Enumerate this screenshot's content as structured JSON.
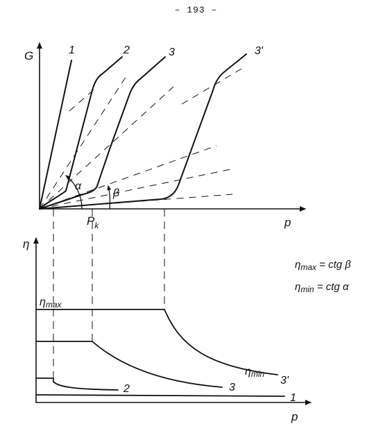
{
  "page": {
    "number": "– 193 –"
  },
  "top_plot": {
    "y_axis_label": "G",
    "x_axis_label": "p",
    "pk_label": "P",
    "pk_sub": "k",
    "alpha_label": "α",
    "beta_label": "β",
    "curve_labels": [
      "1",
      "2",
      "3",
      "3'"
    ]
  },
  "bottom_plot": {
    "y_axis_label": "η",
    "x_axis_label": "p",
    "eta_max_label": "η",
    "eta_max_sub": "max",
    "eta_min_label": "η",
    "eta_min_sub": "min",
    "curve_labels": [
      "1",
      "2",
      "3",
      "3'"
    ]
  },
  "formulas": {
    "f1_lhs": "η",
    "f1_sub": "max",
    "f1_rhs": " = ctg β",
    "f2_lhs": "η",
    "f2_sub": "min",
    "f2_rhs": " = ctg α"
  }
}
